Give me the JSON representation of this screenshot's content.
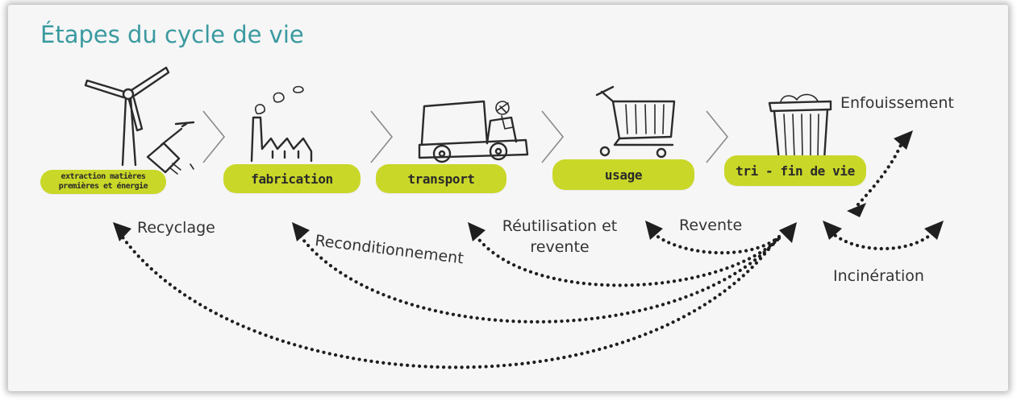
{
  "title": "Étapes du cycle de vie",
  "stages": [
    {
      "id": "extraction",
      "label_line1": "extraction matières",
      "label_line2": "premières et énergie",
      "icon": "wind-turbine-shovel-icon"
    },
    {
      "id": "fabrication",
      "label": "fabrication",
      "icon": "factory-icon"
    },
    {
      "id": "transport",
      "label": "transport",
      "icon": "truck-icon"
    },
    {
      "id": "usage",
      "label": "usage",
      "icon": "shopping-cart-icon"
    },
    {
      "id": "tri",
      "label": "tri - fin de vie",
      "icon": "trash-bin-icon"
    }
  ],
  "flows": {
    "recyclage": "Recyclage",
    "reconditionnement": "Reconditionnement",
    "reutilisation_line1": "Réutilisation et",
    "reutilisation_line2": "revente",
    "revente": "Revente",
    "enfouissement": "Enfouissement",
    "incineration": "Incinération"
  },
  "colors": {
    "pill": "#c9d728",
    "title": "#3a9aa0",
    "ink": "#1f1f1f",
    "background": "#f6f6f6"
  }
}
